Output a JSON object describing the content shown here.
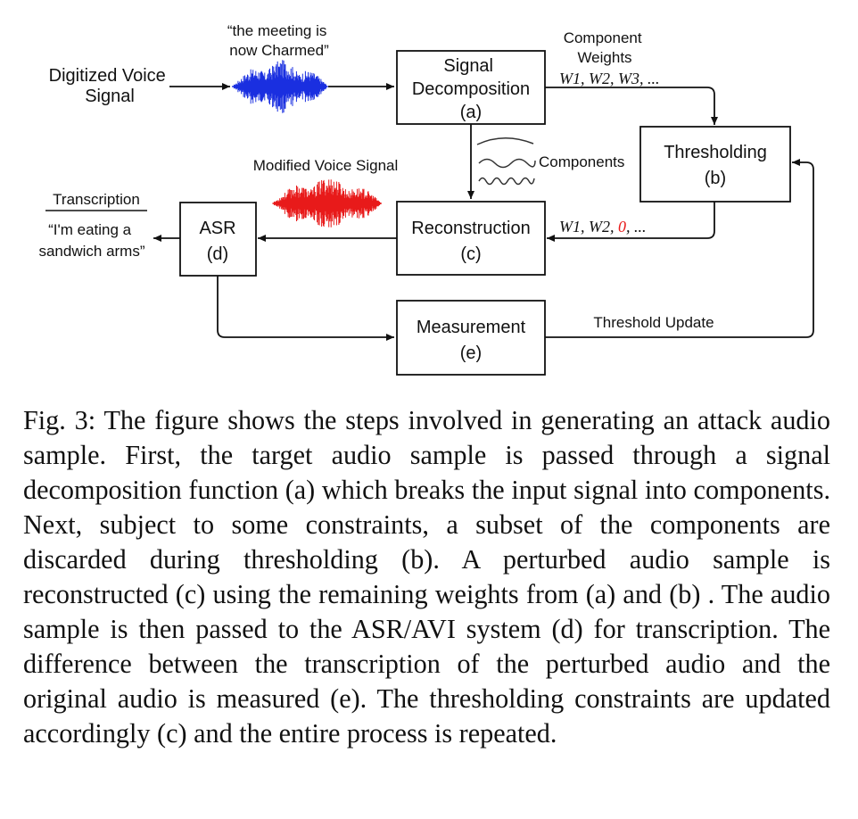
{
  "figure": {
    "input_label": [
      "Digitized Voice",
      "Signal"
    ],
    "input_quote": [
      "“the meeting is",
      "now Charmed”"
    ],
    "decomposition": {
      "name": [
        "Signal",
        "Decomposition"
      ],
      "tag": "(a)"
    },
    "weights_label": [
      "Component",
      "Weights"
    ],
    "weights_formula": "W1, W2, W3, ...",
    "thresholding": {
      "name": "Thresholding",
      "tag": "(b)"
    },
    "components_label": "Components",
    "modified_label": "Modified Voice Signal",
    "reconstruction": {
      "name": "Reconstruction",
      "tag": "(c)"
    },
    "reduced_weights": {
      "prefix": "W1, W2, ",
      "zero": "0",
      "suffix": ", ..."
    },
    "asr": {
      "name": "ASR",
      "tag": "(d)"
    },
    "transcription_label": "Transcription",
    "transcription_quote": [
      "“I'm eating a",
      "sandwich arms”"
    ],
    "measurement": {
      "name": "Measurement",
      "tag": "(e)"
    },
    "update_label": "Threshold Update",
    "colors": {
      "original_wave": "#1a2fe0",
      "modified_wave": "#e81a1a",
      "zero_weight": "#e81a1a"
    }
  },
  "caption": "Fig. 3: The figure shows the steps involved in generating an attack audio sample. First, the target audio sample is passed through a signal decomposition function (a) which breaks the input signal into components. Next, subject to some constraints, a subset of the components are discarded during thresholding (b). A perturbed audio sample is reconstructed (c) using the remaining weights from (a) and (b) . The audio sample is then passed to the ASR/AVI system (d) for transcription. The difference between the transcription of the perturbed audio and the original audio is measured (e). The thresholding constraints are updated accordingly (c) and the entire process is repeated."
}
